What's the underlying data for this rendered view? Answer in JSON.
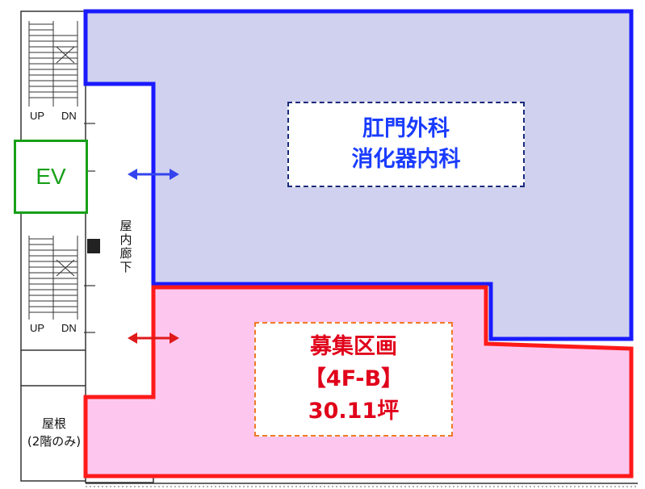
{
  "areas": {
    "existing": {
      "line1": "肛門外科",
      "line2": "消化器内科",
      "border_color": "#1a1aff",
      "fill_color": "#cfd1ee"
    },
    "recruitment": {
      "line1": "募集区画",
      "line2": "【4F-B】",
      "line3": "30.11坪",
      "border_color": "#ff1a1a",
      "fill_color": "#fcc6ee"
    }
  },
  "elevator": {
    "label": "EV",
    "color": "#17a017"
  },
  "corridor": {
    "label": "屋内廊下"
  },
  "roof": {
    "line1": "屋根",
    "line2": "(2階のみ)"
  },
  "stairs": [
    {
      "up": "UP",
      "down": "DN"
    },
    {
      "up": "UP",
      "down": "DN"
    }
  ],
  "arrows": {
    "existing_color": "#3344ee",
    "recruitment_color": "#e01a1a"
  }
}
